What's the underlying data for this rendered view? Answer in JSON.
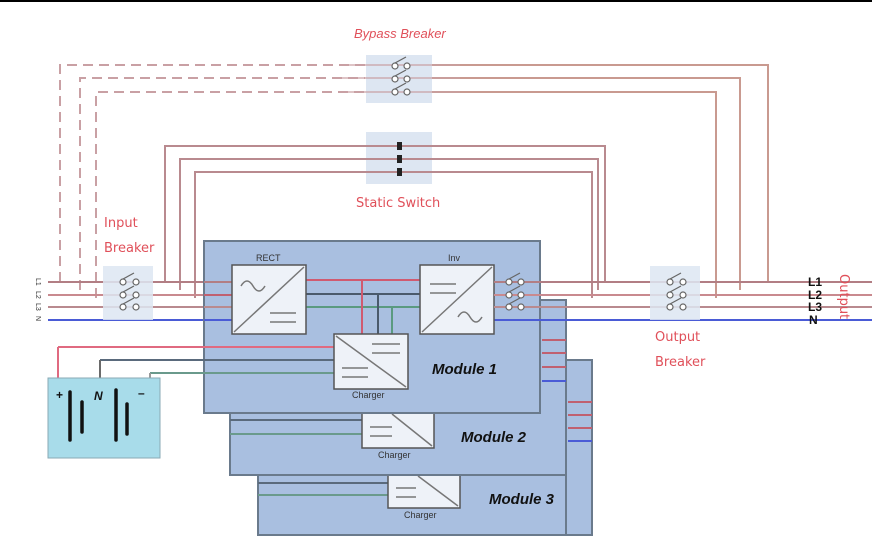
{
  "diagram": {
    "title": "Modular UPS single-line diagram",
    "labels": {
      "bypass_breaker": "Bypass Breaker",
      "static_switch": "Static Switch",
      "input_breaker_line1": "Input",
      "input_breaker_line2": "Breaker",
      "output_breaker_line1": "Output",
      "output_breaker_line2": "Breaker",
      "output": "Output"
    },
    "input_phases": [
      "L1",
      "L2",
      "L3",
      "N"
    ],
    "output_phases": [
      "L1",
      "L2",
      "L3",
      "N"
    ],
    "modules": [
      {
        "name": "Module 1",
        "rectifier": "RECT",
        "inverter": "Inv",
        "charger": "Charger"
      },
      {
        "name": "Module 2",
        "charger": "Charger"
      },
      {
        "name": "Module 3",
        "charger": "Charger"
      }
    ],
    "battery": {
      "plus": "+",
      "neutral": "N",
      "minus": "–"
    },
    "colors": {
      "label_red": "#e0505a",
      "wire_red": "#c98a8f",
      "wire_blue": "#4a5bd6",
      "module_fill": "#a9bfe0",
      "module_border": "#6a7a8c",
      "battery_fill": "#a8dcea",
      "breaker_fill": "#dde6f2"
    }
  }
}
